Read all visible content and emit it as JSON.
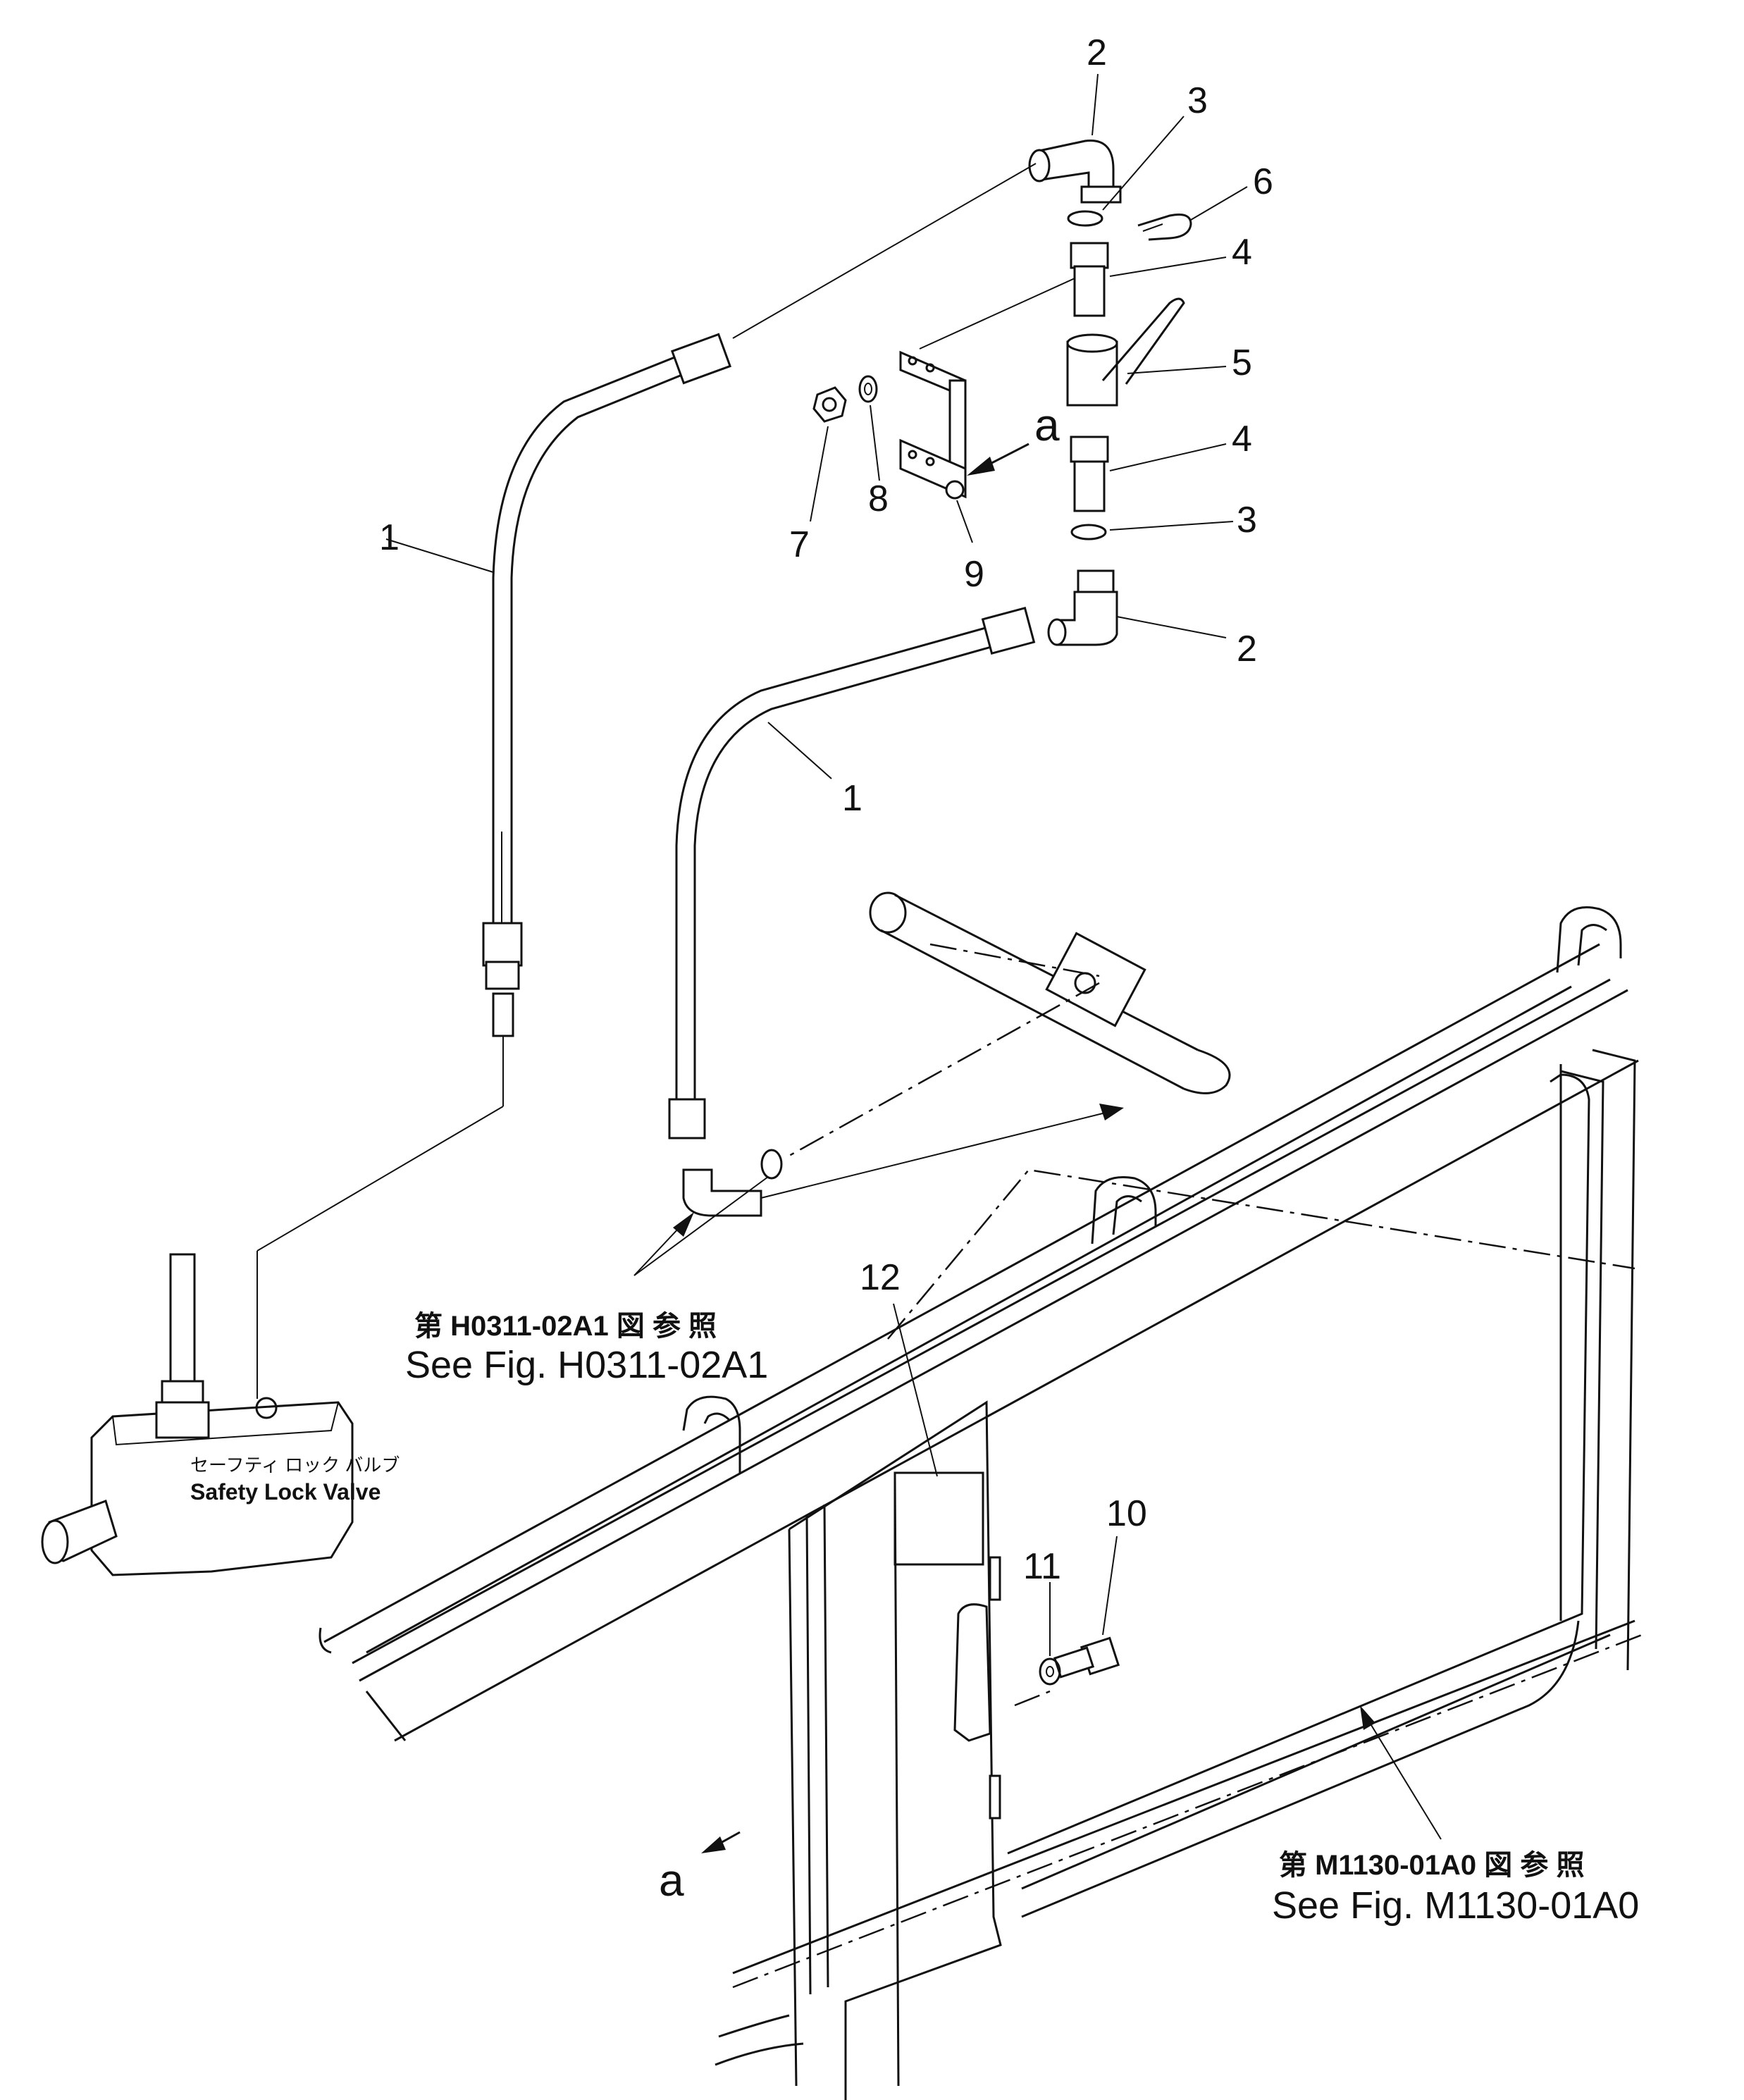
{
  "callouts": [
    "1",
    "1",
    "2",
    "2",
    "3",
    "3",
    "4",
    "4",
    "5",
    "6",
    "7",
    "8",
    "9",
    "10",
    "11",
    "12"
  ],
  "view_marker": "a",
  "references": [
    {
      "jp": "第 H0311-02A1 図 参 照",
      "en": "See Fig. H0311-02A1"
    },
    {
      "jp": "第 M1130-01A0 図 参 照",
      "en": "See Fig. M1130-01A0"
    }
  ],
  "valve_label": {
    "jp": "セーフティ ロック バルブ",
    "en": "Safety Lock Valve"
  }
}
